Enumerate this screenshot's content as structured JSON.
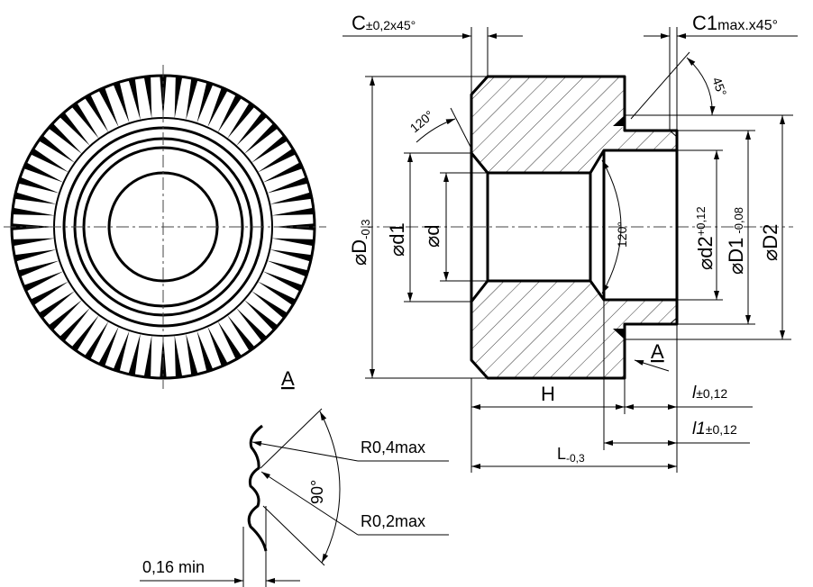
{
  "view": {
    "label": "A"
  },
  "section": {
    "arrow_label": "A"
  },
  "chamfer_left": {
    "main": "C",
    "tol": "±0,2x45°"
  },
  "chamfer_right": {
    "main": "C1",
    "tol": "max.x45°"
  },
  "angles": {
    "a45": "45°",
    "a120_top": "120°",
    "a120_bore": "120°",
    "a90": "90°"
  },
  "diameters": {
    "D": {
      "main": "⌀D",
      "tol": "-0,3"
    },
    "d1": "⌀d1",
    "d": "⌀d",
    "d2": {
      "main": "⌀d2",
      "tol": "+0,12"
    },
    "D1": {
      "main": "⌀D1",
      "tol": "-0,08"
    },
    "D2": "⌀D2"
  },
  "lengths": {
    "H": "H",
    "L": {
      "main": "L",
      "tol": "-0,3"
    },
    "l": {
      "main": "l",
      "tol": "±0,12"
    },
    "l1": {
      "main": "l1",
      "tol": "±0,12"
    }
  },
  "detail": {
    "r_top": "R0,4max",
    "r_bottom": "R0,2max",
    "min_pitch": "0,16 min"
  }
}
